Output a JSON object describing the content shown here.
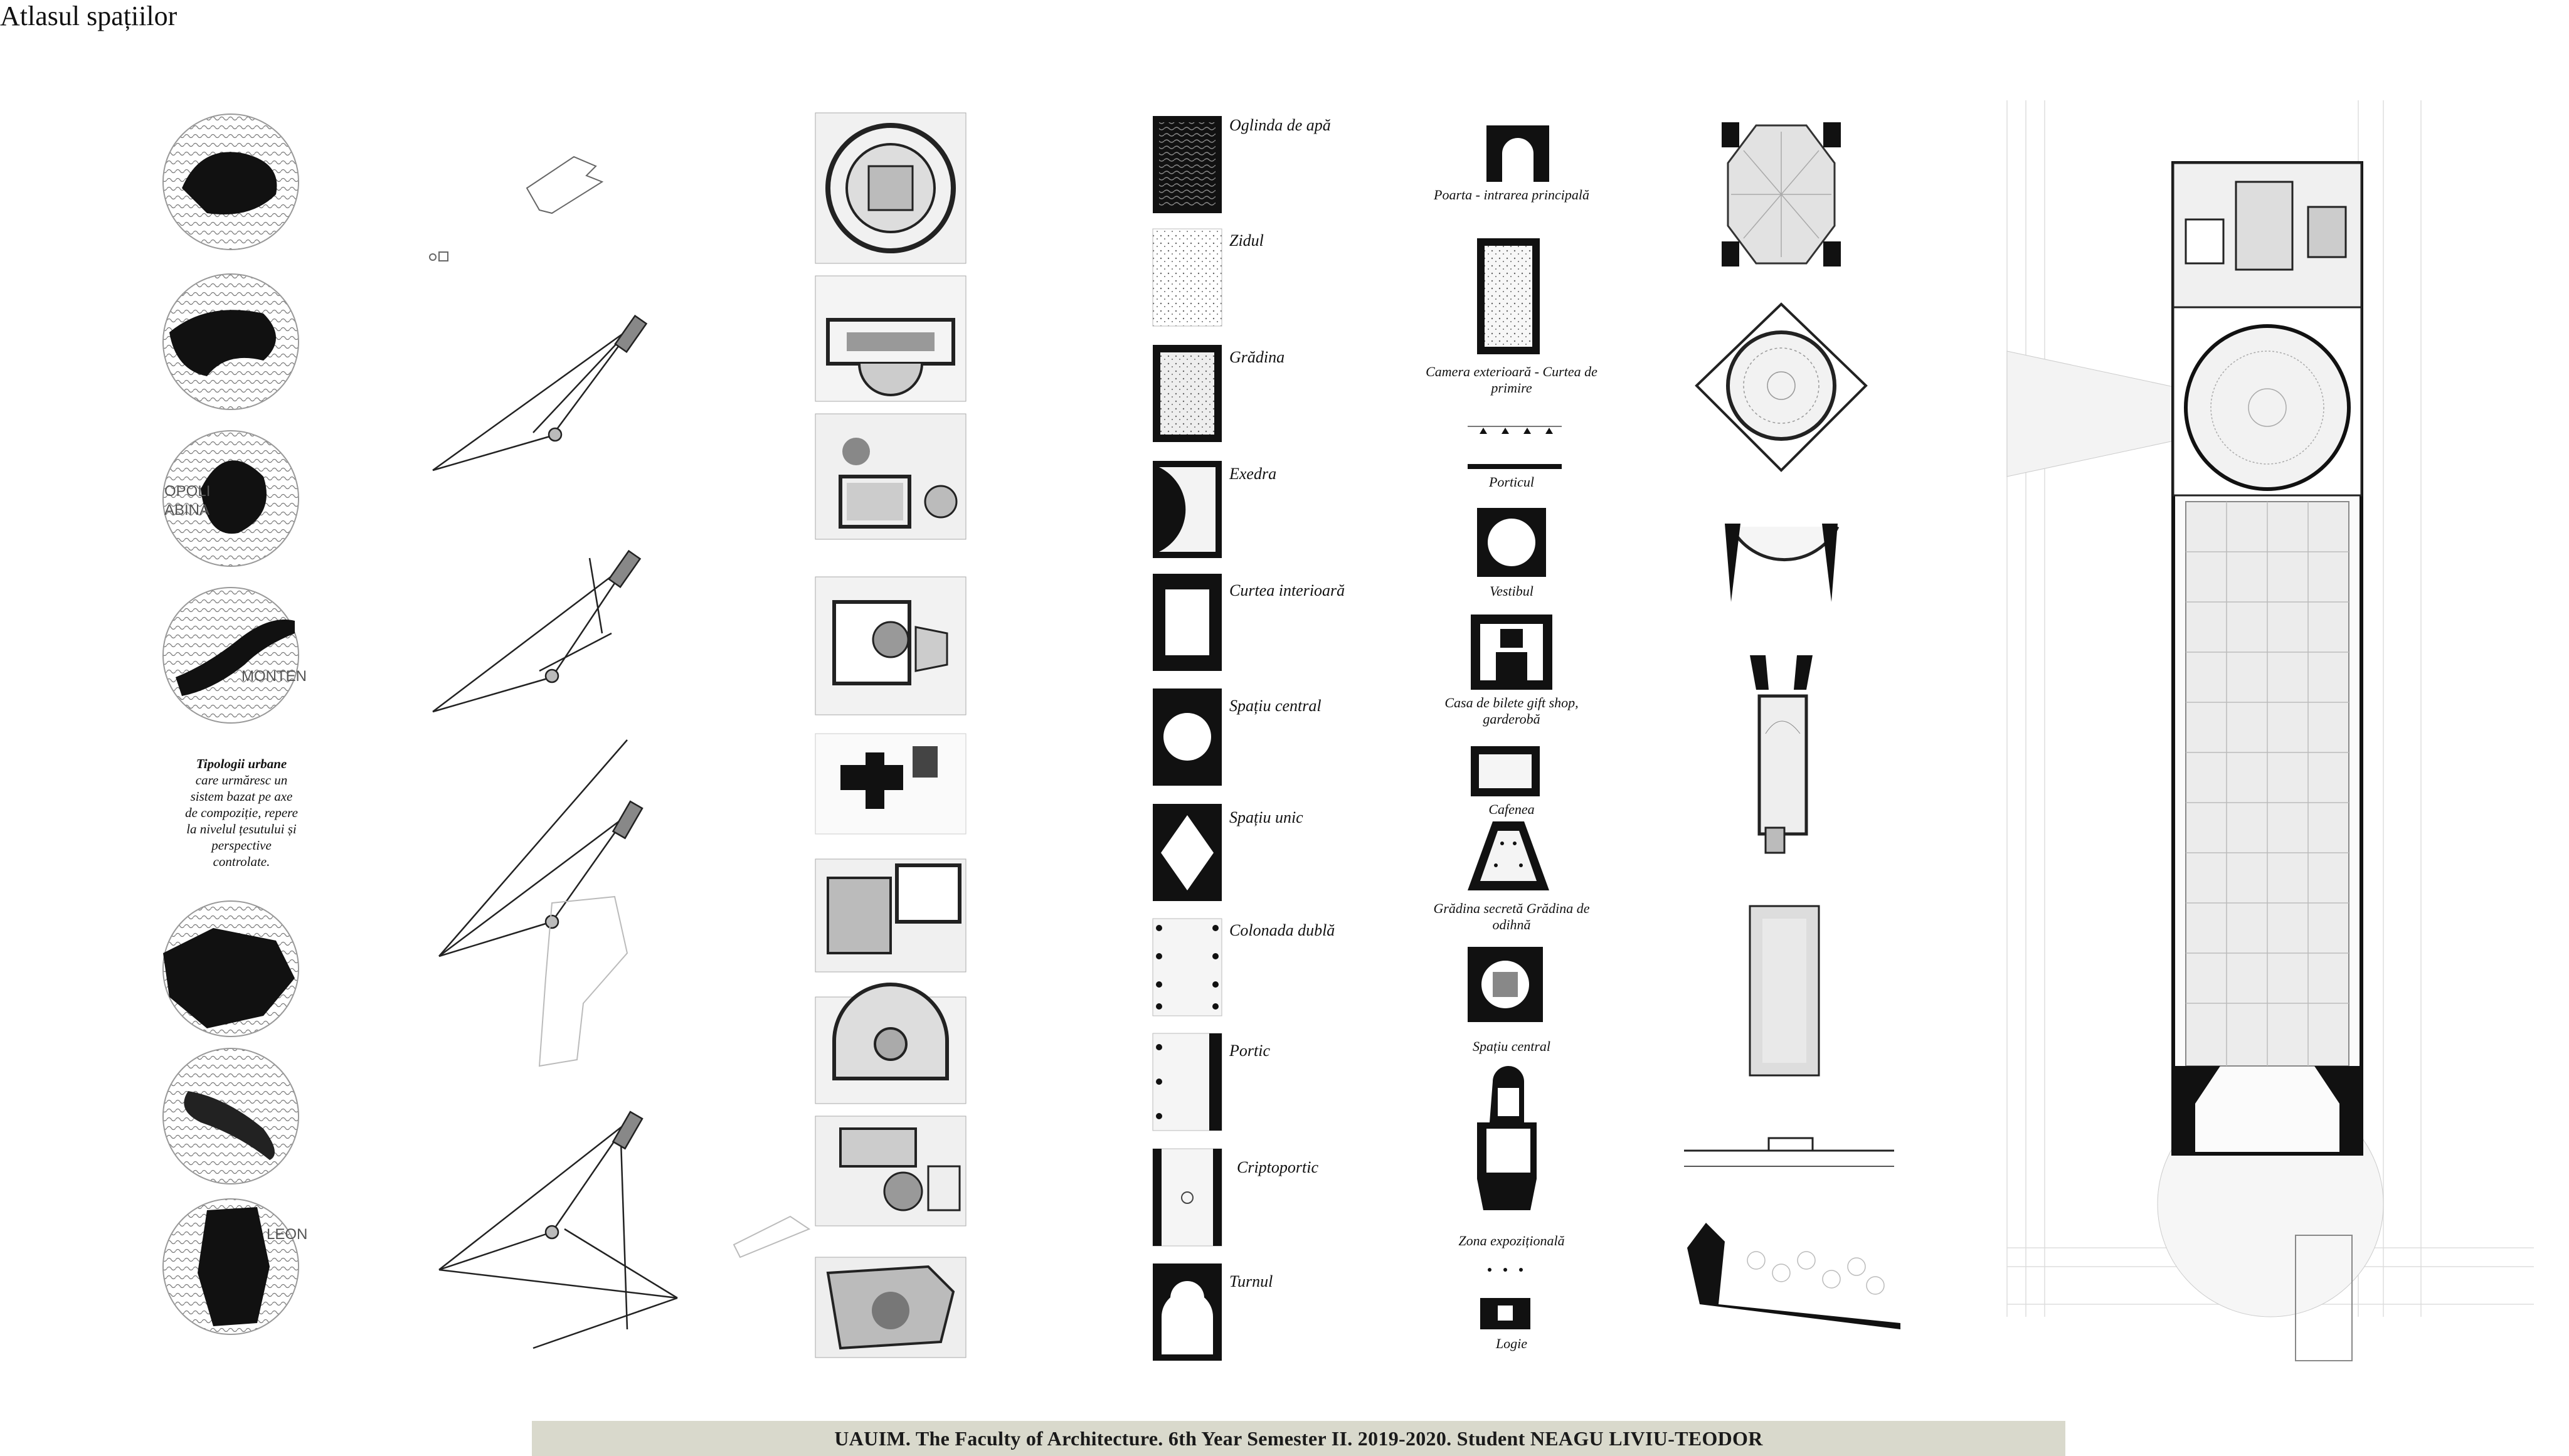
{
  "title": "Atlasul spațiilor",
  "typologies": {
    "heading": "Tipologii urbane",
    "body_lines": [
      "care urmăresc un",
      "sistem bazat pe axe",
      "de compoziție, repere",
      "la nivelul  țesutului și",
      "perspective",
      "controlate."
    ]
  },
  "map_labels": [
    "OPOLI",
    "ABINA",
    "MONTEN",
    "LEON"
  ],
  "space_legend": [
    {
      "label": "Oglinda de apă",
      "icon": "water-mirror-icon"
    },
    {
      "label": "Zidul",
      "icon": "wall-icon"
    },
    {
      "label": "Grădina",
      "icon": "garden-icon"
    },
    {
      "label": "Exedra",
      "icon": "exedra-icon"
    },
    {
      "label": "Curtea interioară",
      "icon": "inner-court-icon"
    },
    {
      "label": "Spațiu central",
      "icon": "central-space-icon"
    },
    {
      "label": "Spațiu unic",
      "icon": "unique-space-icon"
    },
    {
      "label": "Colonada dublă",
      "icon": "double-colonnade-icon"
    },
    {
      "label": "Portic",
      "icon": "portico-icon"
    },
    {
      "label": "Criptoportic",
      "icon": "cryptoportico-icon"
    },
    {
      "label": "Turnul",
      "icon": "tower-icon"
    }
  ],
  "program_legend": [
    {
      "label": "Poarta  - intrarea principală",
      "icon": "gate-icon"
    },
    {
      "label": "Camera exterioară - Curtea de primire",
      "icon": "reception-court-icon"
    },
    {
      "label": "Porticul",
      "icon": "porch-icon"
    },
    {
      "label": "Vestibul",
      "icon": "vestibule-icon"
    },
    {
      "label": "Casa de bilete gift shop, garderobă",
      "icon": "ticket-office-icon"
    },
    {
      "label": "Cafenea",
      "icon": "cafe-icon"
    },
    {
      "label": "Grădina secretă Grădina de odihnă",
      "icon": "secret-garden-icon"
    },
    {
      "label": "Spațiu central",
      "icon": "central-hall-icon"
    },
    {
      "label": "Zona expozițională",
      "icon": "exhibition-icon"
    },
    {
      "label": "Logie",
      "icon": "loggia-icon"
    }
  ],
  "footer": "UAUIM. The Faculty of Architecture. 6th Year Semester II. 2019-2020. Student NEAGU LIVIU-TEODOR",
  "colors": {
    "ink": "#111111",
    "paper": "#ffffff",
    "footer_bg": "#d9d9cc",
    "grey_fill": "#e6e6e6"
  }
}
